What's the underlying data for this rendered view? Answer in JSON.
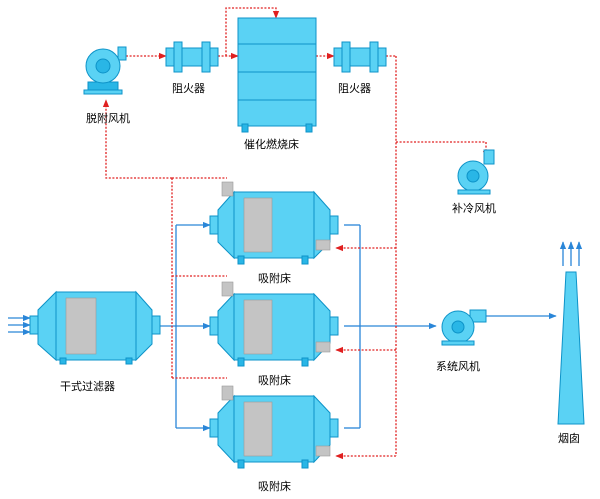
{
  "labels": {
    "desorption_fan": "脱附风机",
    "flame_arrester_left": "阻火器",
    "catalytic_bed": "催化燃烧床",
    "flame_arrester_right": "阻火器",
    "makeup_fan": "补冷风机",
    "dry_filter": "干式过滤器",
    "adsorber_1": "吸附床",
    "adsorber_2": "吸附床",
    "adsorber_3": "吸附床",
    "system_fan": "系统风机",
    "chimney": "烟囱"
  },
  "colors": {
    "equipment_fill": "#5ad2f4",
    "equipment_stroke": "#0d93c8",
    "main_flow": "#2a86d8",
    "desorption_flow": "#e02020",
    "filter_media": "#c4c4c4"
  }
}
